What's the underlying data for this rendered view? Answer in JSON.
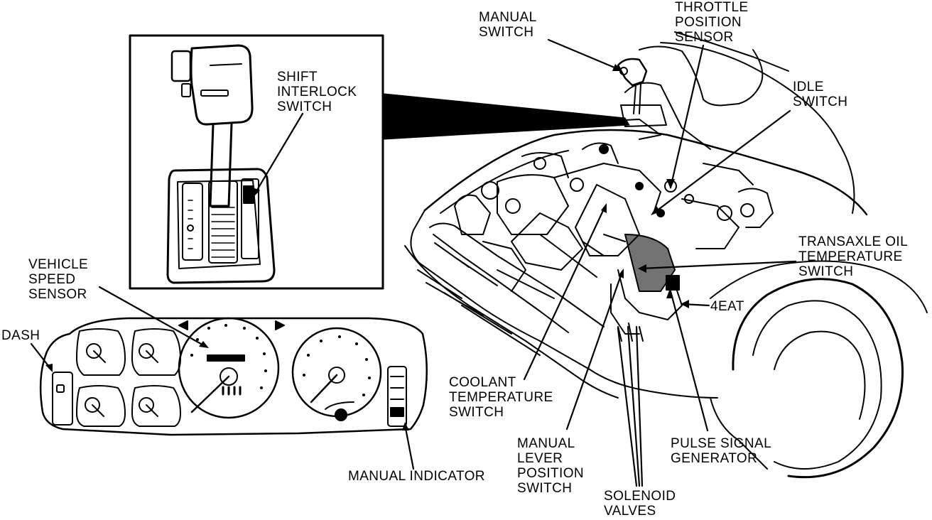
{
  "labels": {
    "manual_switch": [
      "MANUAL",
      "SWITCH"
    ],
    "throttle_position_sensor": [
      "THROTTLE",
      "POSITION",
      "SENSOR"
    ],
    "shift_interlock_switch": [
      "SHIFT",
      "INTERLOCK",
      "SWITCH"
    ],
    "idle_switch": [
      "IDLE",
      "SWITCH"
    ],
    "transaxle_oil_temperature_switch": [
      "TRANSAXLE OIL",
      "TEMPERATURE",
      "SWITCH"
    ],
    "vehicle_speed_sensor": [
      "VEHICLE",
      "SPEED",
      "SENSOR"
    ],
    "four_eat": "4EAT",
    "dash": "DASH",
    "coolant_temperature_switch": [
      "COOLANT",
      "TEMPERATURE",
      "SWITCH"
    ],
    "manual_lever_position_switch": [
      "MANUAL",
      "LEVER",
      "POSITION",
      "SWITCH"
    ],
    "pulse_signal_generator": [
      "PULSE SIGNAL",
      "GENERATOR"
    ],
    "manual_indicator": "MANUAL INDICATOR",
    "solenoid_valves": [
      "SOLENOID",
      "VALVES"
    ]
  },
  "colors": {
    "ink": "#000000",
    "paper": "#ffffff"
  }
}
